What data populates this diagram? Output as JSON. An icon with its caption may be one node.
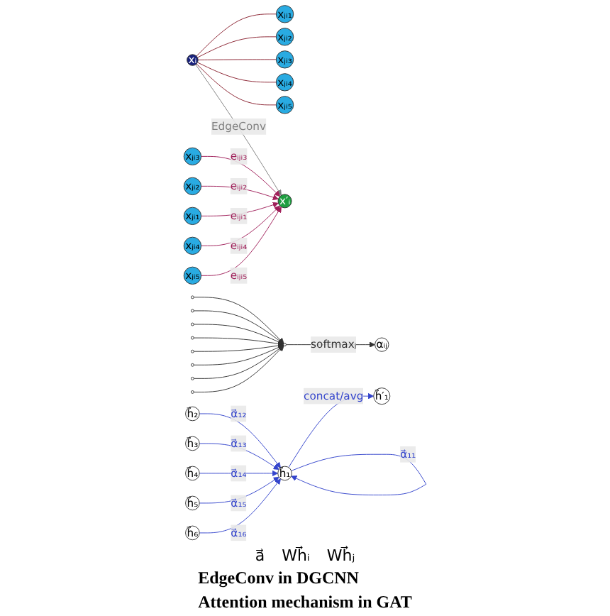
{
  "diagram": {
    "nodes": [
      {
        "text": [
          "xᵢ"
        ]
      },
      {
        "text": [
          "xⱼᵢ₁"
        ]
      },
      {
        "text": [
          "xⱼᵢ₂"
        ]
      },
      {
        "text": [
          "xⱼᵢ₃"
        ]
      },
      {
        "text": [
          "xⱼᵢ₄"
        ]
      },
      {
        "text": [
          "xⱼᵢ₅"
        ]
      },
      {
        "text": [
          "x′ᵢ"
        ]
      },
      {
        "text": [
          "xⱼᵢ₁"
        ]
      },
      {
        "text": [
          "xⱼᵢ₂"
        ]
      },
      {
        "text": [
          "xⱼᵢ₃"
        ]
      },
      {
        "text": [
          "xⱼᵢ₄"
        ]
      },
      {
        "text": [
          "xⱼᵢ₅"
        ]
      },
      {
        "text": [
          "αᵢⱼ"
        ]
      },
      {
        "text": [],
        "shape": "circle"
      },
      {
        "text": [],
        "shape": "circle"
      },
      {
        "text": [],
        "shape": "circle"
      },
      {
        "text": [],
        "shape": "circle"
      },
      {
        "text": [],
        "shape": "circle"
      },
      {
        "text": [],
        "shape": "circle"
      },
      {
        "text": [],
        "shape": "circle"
      },
      {
        "text": [],
        "shape": "circle"
      },
      {
        "text": [],
        "shape": "circle"
      },
      {
        "text": [
          "h⃗₁"
        ]
      },
      {
        "text": [
          "h⃗₂"
        ]
      },
      {
        "text": [
          "h⃗₃"
        ]
      },
      {
        "text": [
          "h⃗₄"
        ]
      },
      {
        "text": [
          "h⃗₅"
        ]
      },
      {
        "text": [
          "h⃗₆"
        ]
      },
      {
        "text": [
          "h⃗′₁"
        ]
      }
    ],
    "edges": [
      {
        "from": 0,
        "to": 3,
        "arrow": "none",
        "color": "#8b2331"
      },
      {
        "from": 0,
        "to": 2,
        "arrow": "none",
        "color": "#8b2331"
      },
      {
        "from": 0,
        "to": 4,
        "arrow": "none",
        "color": "#8b2331"
      },
      {
        "from": 0,
        "to": 1,
        "arrow": "none",
        "color": "#8b2331"
      },
      {
        "from": 0,
        "to": 5,
        "arrow": "none",
        "color": "#8b2331"
      },
      {
        "from": 0,
        "to": 6,
        "label": "EdgeConv",
        "arrow": "to",
        "color": "#808080"
      },
      {
        "from": 9,
        "to": 6,
        "label": "eᵢⱼᵢ₃",
        "arrow": "to",
        "color": "#a0205a"
      },
      {
        "from": 8,
        "to": 6,
        "label": "eᵢⱼᵢ₂",
        "arrow": "to",
        "color": "#a0205a"
      },
      {
        "from": 7,
        "to": 6,
        "label": "eᵢⱼᵢ₁",
        "arrow": "to",
        "color": "#a0205a"
      },
      {
        "from": 10,
        "to": 6,
        "label": "eᵢⱼᵢ₄",
        "arrow": "to",
        "color": "#a0205a"
      },
      {
        "from": 11,
        "to": 6,
        "label": "eᵢⱼᵢ₅",
        "arrow": "to",
        "color": "#a0205a"
      },
      {
        "from": 13,
        "to": 12,
        "label": "softmaxⱼ",
        "arrow": "to"
      },
      {
        "from": 14,
        "to": 13,
        "arrow": "to"
      },
      {
        "from": 15,
        "to": 13,
        "arrow": "to"
      },
      {
        "from": 16,
        "to": 13,
        "arrow": "to"
      },
      {
        "from": 17,
        "to": 13,
        "arrow": "to"
      },
      {
        "from": 18,
        "to": 13,
        "arrow": "to"
      },
      {
        "from": 19,
        "to": 13,
        "arrow": "to"
      },
      {
        "from": 20,
        "to": 13,
        "arrow": "to"
      },
      {
        "from": 21,
        "to": 13,
        "arrow": "to"
      },
      {
        "from": 22,
        "to": 22,
        "label": "α⃗₁₁",
        "arrow": "to",
        "color": "#3344cc"
      },
      {
        "from": 23,
        "to": 22,
        "label": "α⃗₁₂",
        "arrow": "to",
        "color": "#3344cc"
      },
      {
        "from": 24,
        "to": 22,
        "label": "α⃗₁₃",
        "arrow": "to",
        "color": "#3344cc"
      },
      {
        "from": 25,
        "to": 22,
        "label": "α⃗₁₄",
        "arrow": "to",
        "color": "#3344cc"
      },
      {
        "from": 26,
        "to": 22,
        "label": "α⃗₁₅",
        "arrow": "to",
        "color": "#3344cc"
      },
      {
        "from": 27,
        "to": 22,
        "label": "α⃗₁₆",
        "arrow": "to",
        "color": "#3344cc"
      },
      {
        "from": 22,
        "to": 28,
        "label": "concat/avg",
        "arrow": "to",
        "color": "#3344cc"
      }
    ],
    "labels": [
      "EdgeConv in DGCNN",
      "a⃗",
      "Wh⃗ᵢ",
      "Wh⃗ⱼ",
      "Attention mechanism in GAT"
    ]
  }
}
